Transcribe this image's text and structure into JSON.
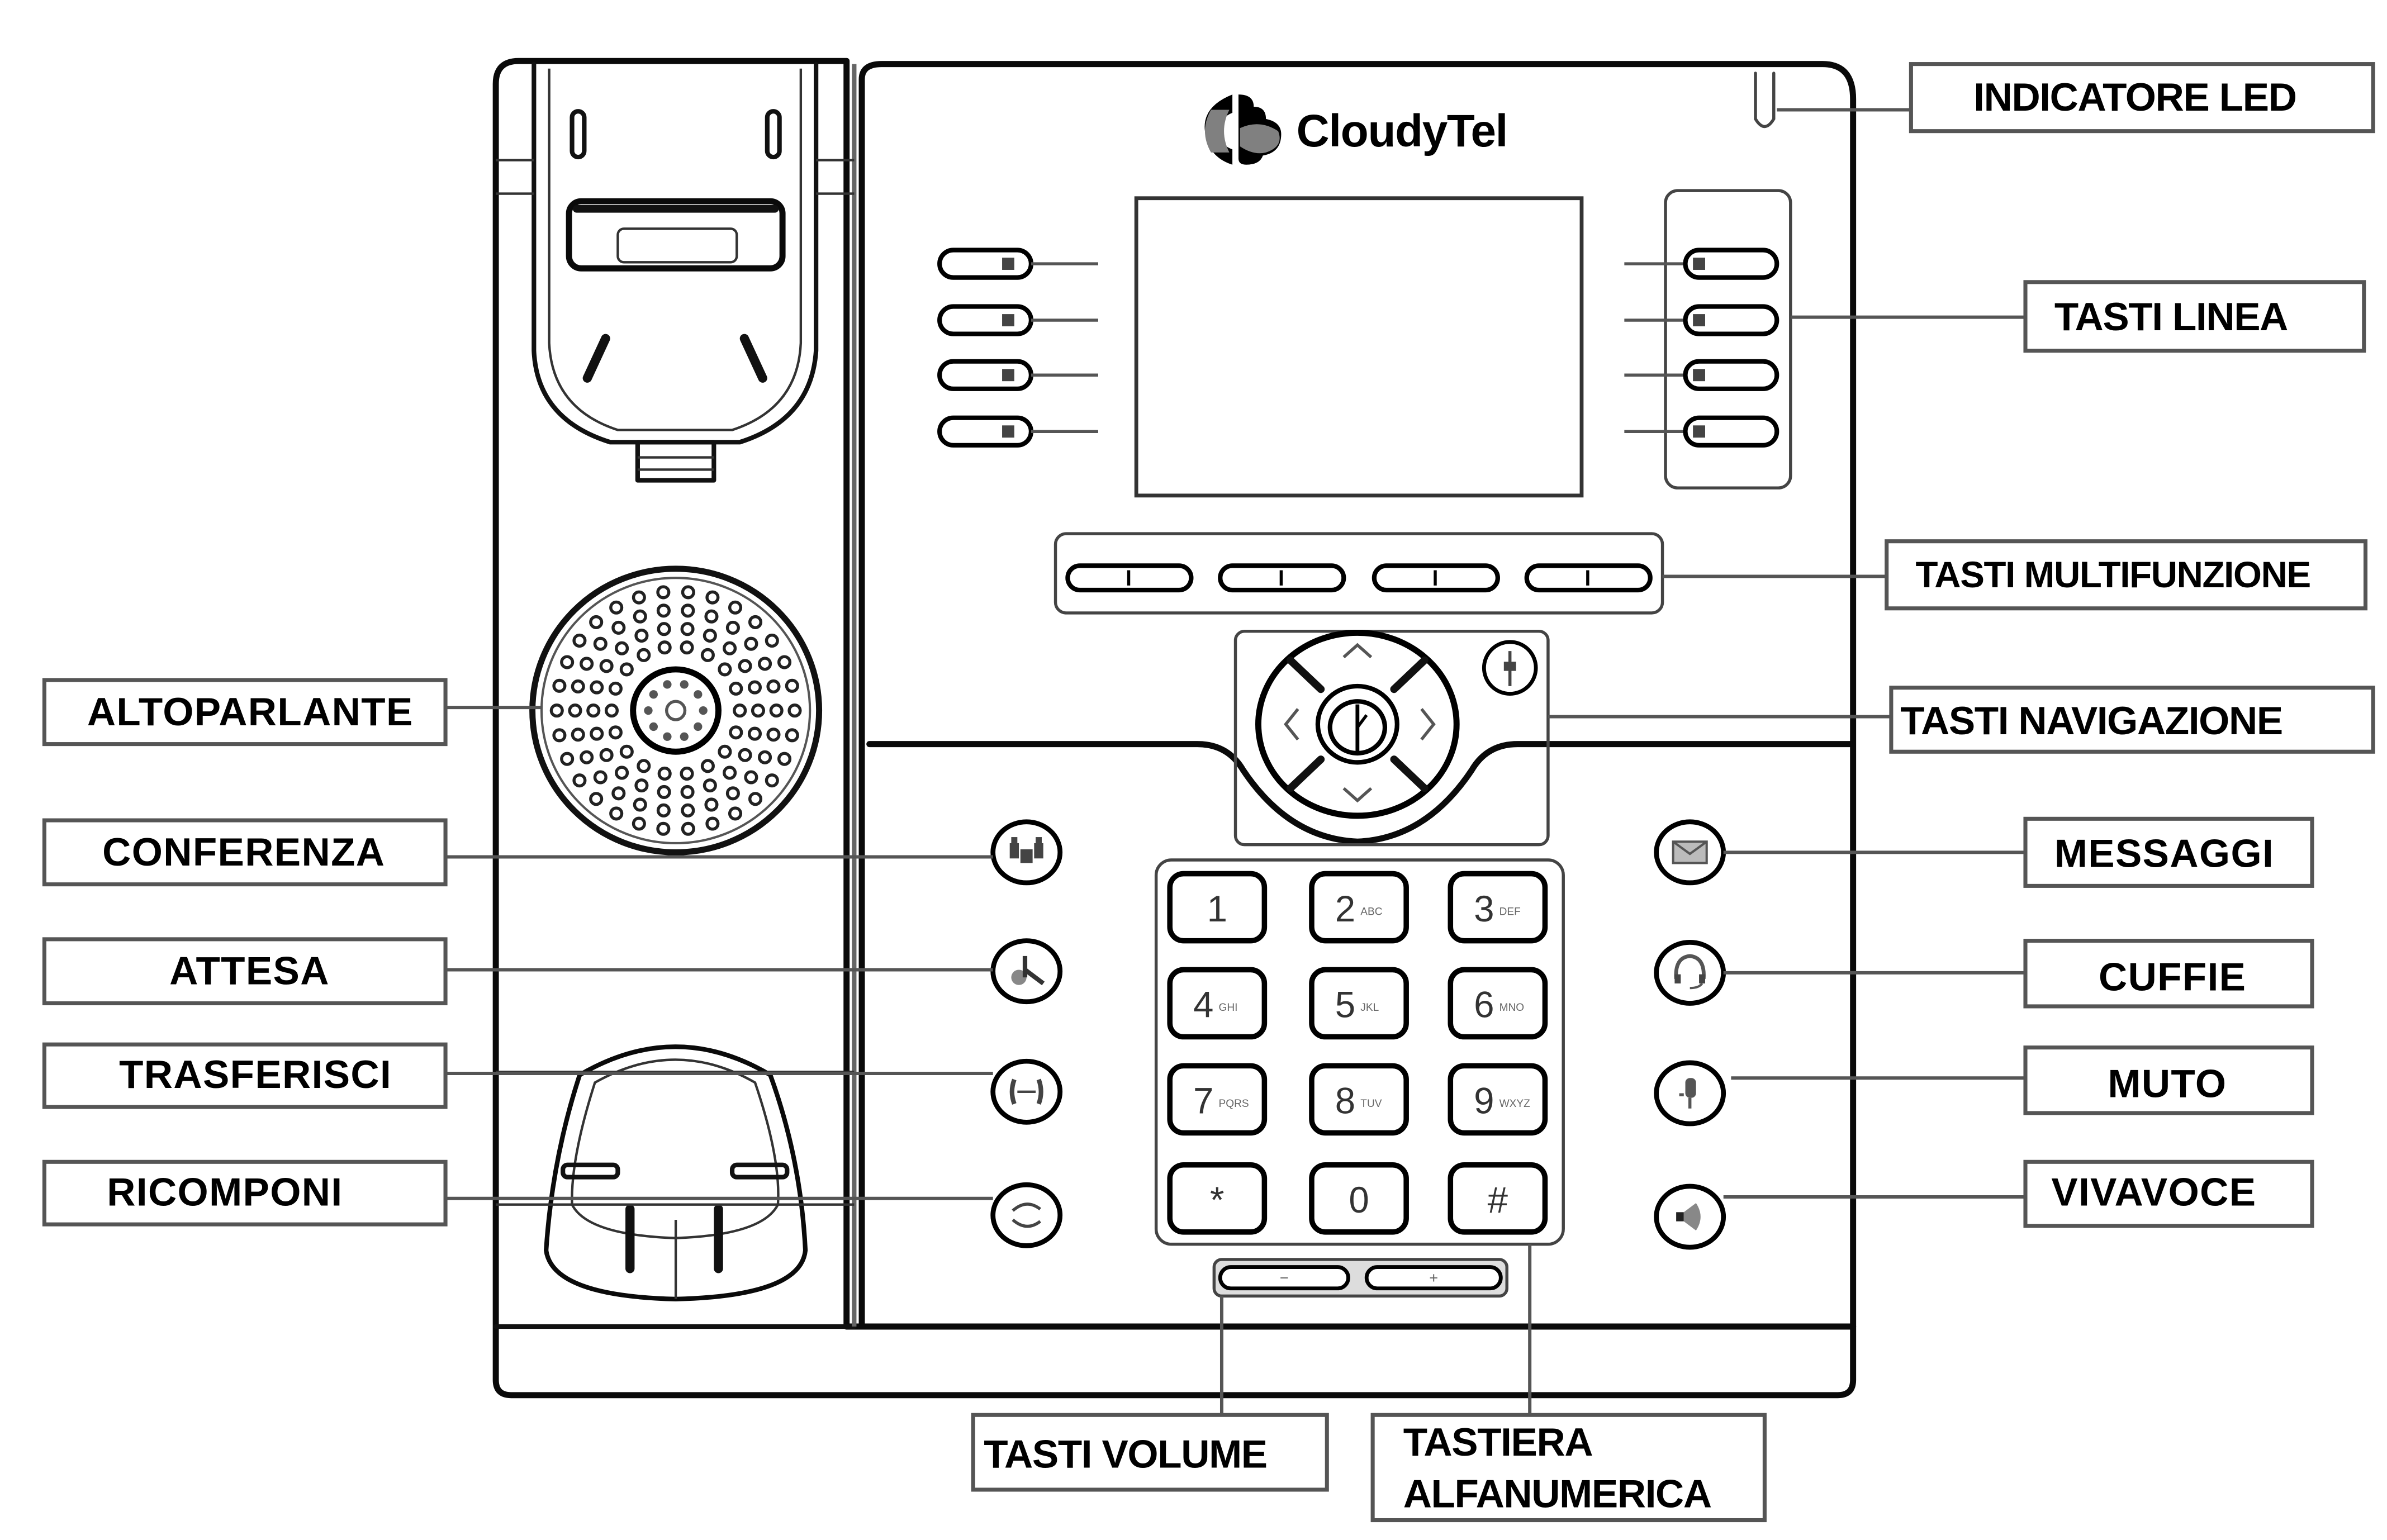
{
  "diagram": {
    "subject": "IP desk phone overview",
    "brand": {
      "name": "CloudyTel",
      "logo_icon": "cloud-c-icon",
      "colors": {
        "dark": "#000000",
        "grey": "#808080"
      }
    },
    "labels": {
      "led": "INDICATORE LED",
      "line_keys": "TASTI LINEA",
      "soft_keys": "TASTI MULTIFUNZIONE",
      "nav_keys": "TASTI NAVIGAZIONE",
      "messages": "MESSAGGI",
      "headset": "CUFFIE",
      "mute": "MUTO",
      "speakerphone": "VIVAVOCE",
      "speaker": "ALTOPARLANTE",
      "conference": "CONFERENZA",
      "hold": "ATTESA",
      "transfer": "TRASFERISCI",
      "redial": "RICOMPONI",
      "volume": "TASTI VOLUME",
      "keypad_line1": "TASTIERA",
      "keypad_line2": "ALFANUMERICA"
    },
    "keypad": [
      {
        "digit": "1",
        "letters": ""
      },
      {
        "digit": "2",
        "letters": "ABC"
      },
      {
        "digit": "3",
        "letters": "DEF"
      },
      {
        "digit": "4",
        "letters": "GHI"
      },
      {
        "digit": "5",
        "letters": "JKL"
      },
      {
        "digit": "6",
        "letters": "MNO"
      },
      {
        "digit": "7",
        "letters": "PQRS"
      },
      {
        "digit": "8",
        "letters": "TUV"
      },
      {
        "digit": "9",
        "letters": "WXYZ"
      },
      {
        "digit": "*",
        "letters": ""
      },
      {
        "digit": "0",
        "letters": ""
      },
      {
        "digit": "#",
        "letters": ""
      }
    ],
    "volume": {
      "minus": "−",
      "plus": "+"
    },
    "left_function_keys": [
      {
        "name": "conference",
        "icon": "conference-icon"
      },
      {
        "name": "hold",
        "icon": "hold-icon"
      },
      {
        "name": "transfer",
        "icon": "transfer-icon"
      },
      {
        "name": "redial",
        "icon": "redial-icon"
      }
    ],
    "right_function_keys": [
      {
        "name": "messages",
        "icon": "envelope-icon"
      },
      {
        "name": "headset",
        "icon": "headset-icon"
      },
      {
        "name": "mute",
        "icon": "mic-mute-icon"
      },
      {
        "name": "speakerphone",
        "icon": "speaker-icon"
      }
    ],
    "line_keys_count_per_side": 4,
    "soft_keys_count": 4
  }
}
